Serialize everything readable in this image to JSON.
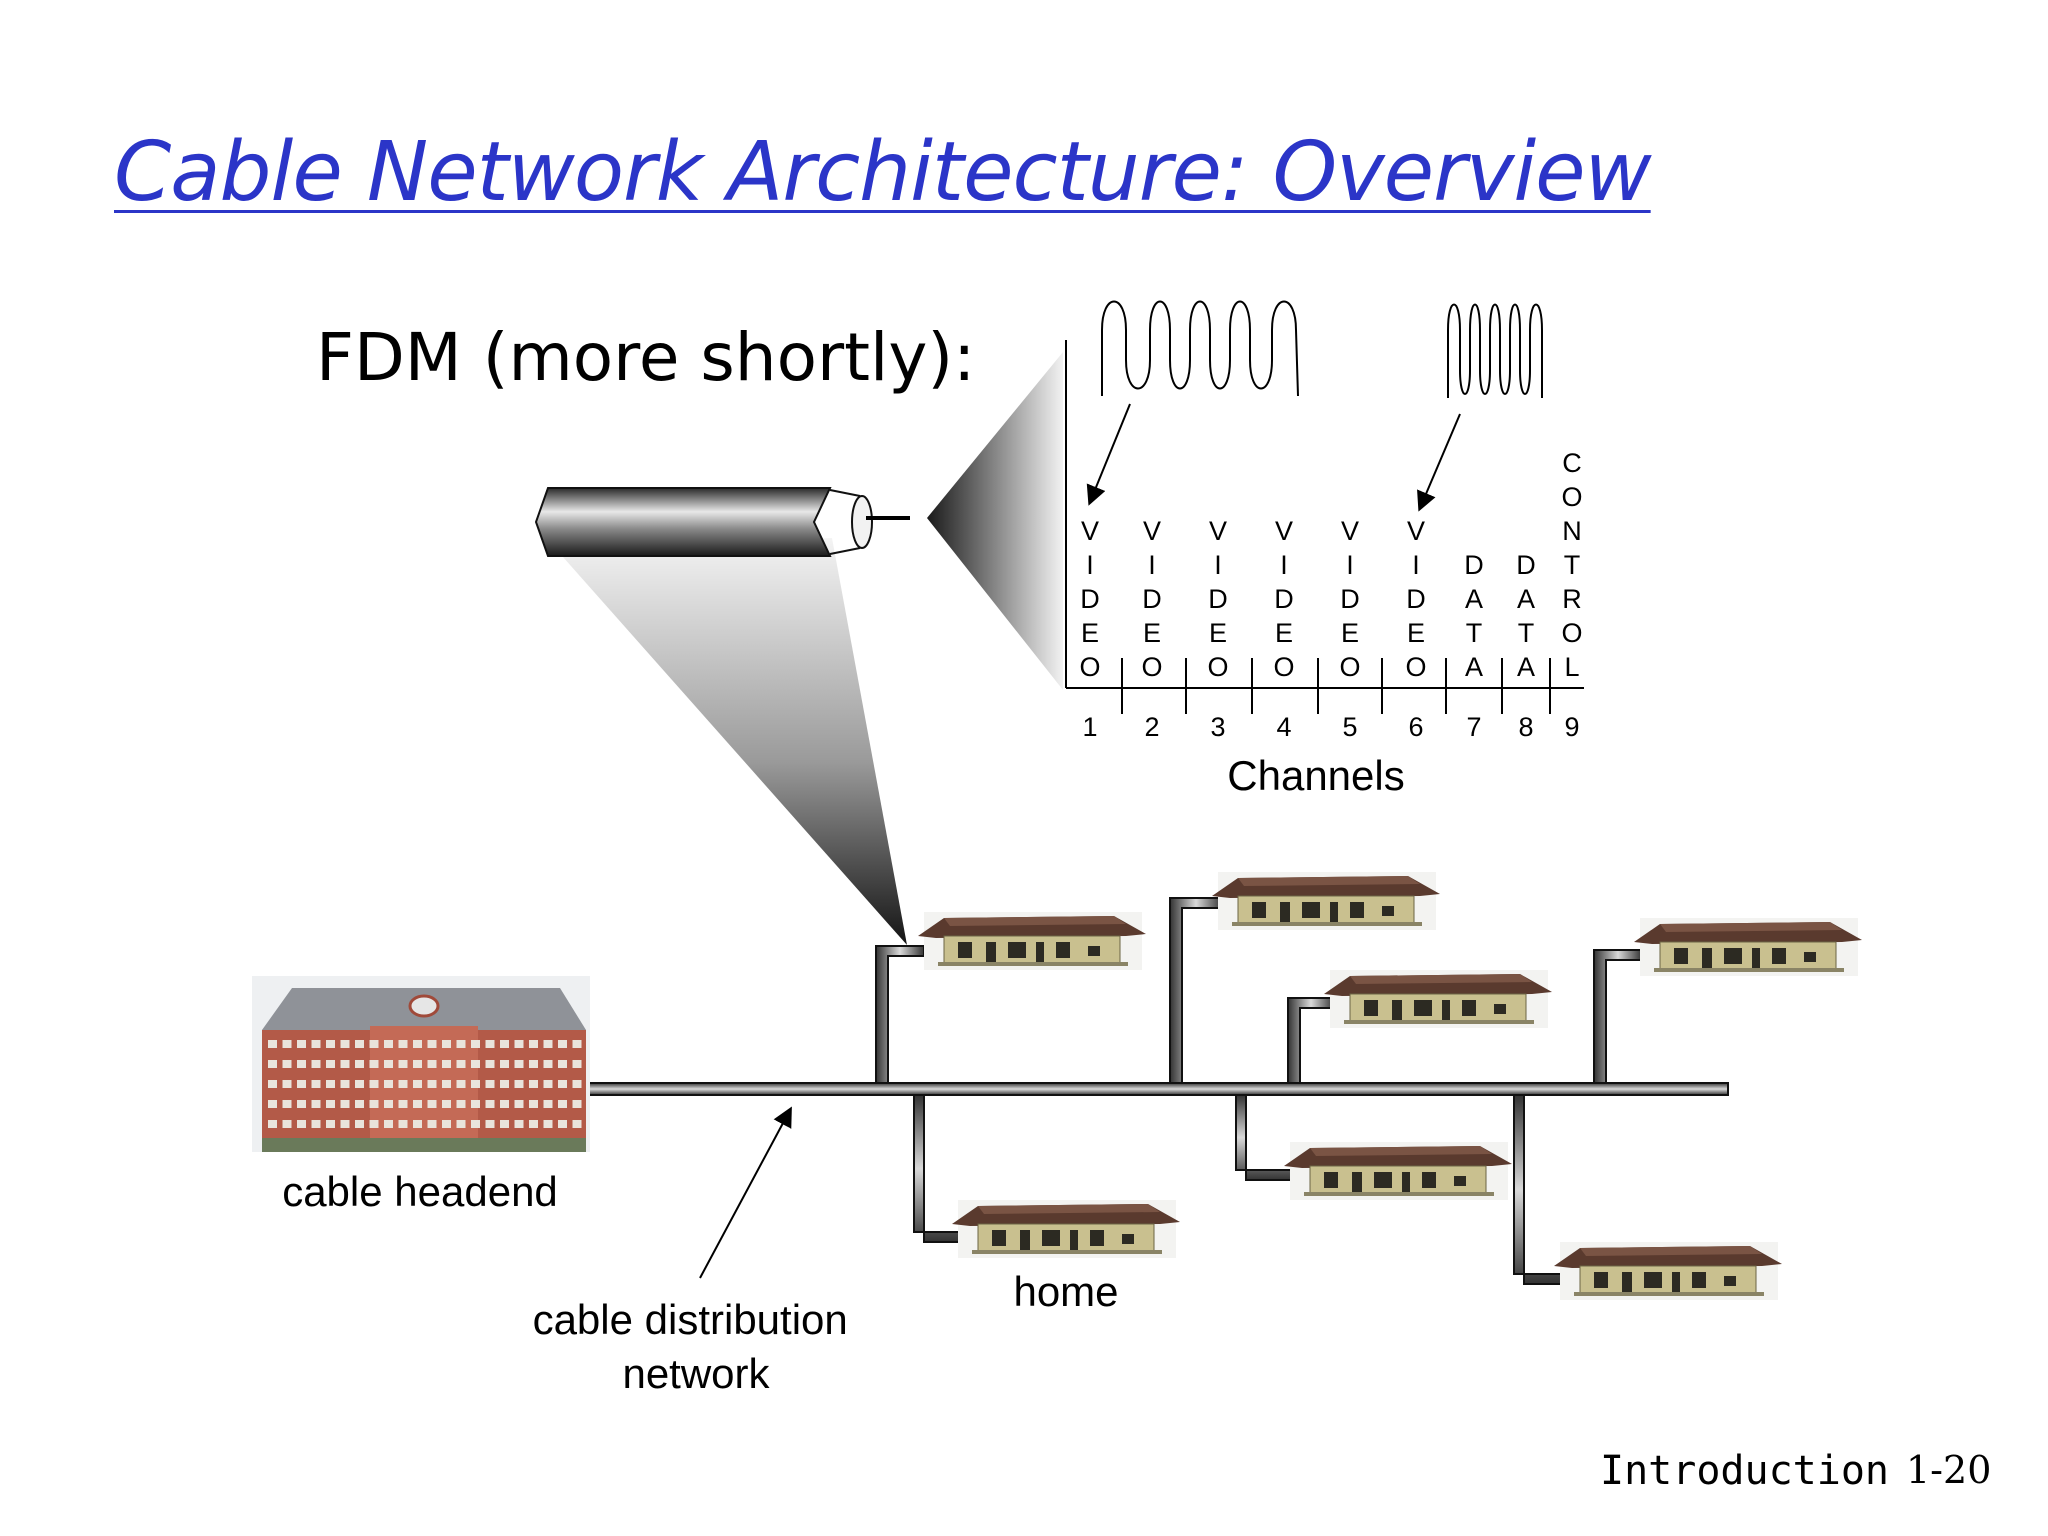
{
  "slide": {
    "title": "Cable Network Architecture: Overview",
    "subtitle": "FDM (more shortly):"
  },
  "spectrum": {
    "channels": [
      {
        "number": "1",
        "letters": [
          "V",
          "I",
          "D",
          "E",
          "O"
        ]
      },
      {
        "number": "2",
        "letters": [
          "V",
          "I",
          "D",
          "E",
          "O"
        ]
      },
      {
        "number": "3",
        "letters": [
          "V",
          "I",
          "D",
          "E",
          "O"
        ]
      },
      {
        "number": "4",
        "letters": [
          "V",
          "I",
          "D",
          "E",
          "O"
        ]
      },
      {
        "number": "5",
        "letters": [
          "V",
          "I",
          "D",
          "E",
          "O"
        ]
      },
      {
        "number": "6",
        "letters": [
          "V",
          "I",
          "D",
          "E",
          "O"
        ]
      },
      {
        "number": "7",
        "letters": [
          "D",
          "A",
          "T",
          "A"
        ]
      },
      {
        "number": "8",
        "letters": [
          "D",
          "A",
          "T",
          "A"
        ]
      },
      {
        "number": "9",
        "letters": [
          "C",
          "O",
          "N",
          "T",
          "R",
          "O",
          "L"
        ]
      }
    ],
    "axis_label": "Channels"
  },
  "network": {
    "headend_label": "cable headend",
    "distribution_label": [
      "cable distribution",
      "network"
    ],
    "home_label": "home"
  },
  "footer": {
    "section": "Introduction",
    "page": "1-20"
  },
  "colors": {
    "title": "#2b35c8",
    "line": "#000000",
    "house_wall": "#c9c08f",
    "house_roof": "#5a3a2e",
    "building_brick": "#b35a48"
  }
}
